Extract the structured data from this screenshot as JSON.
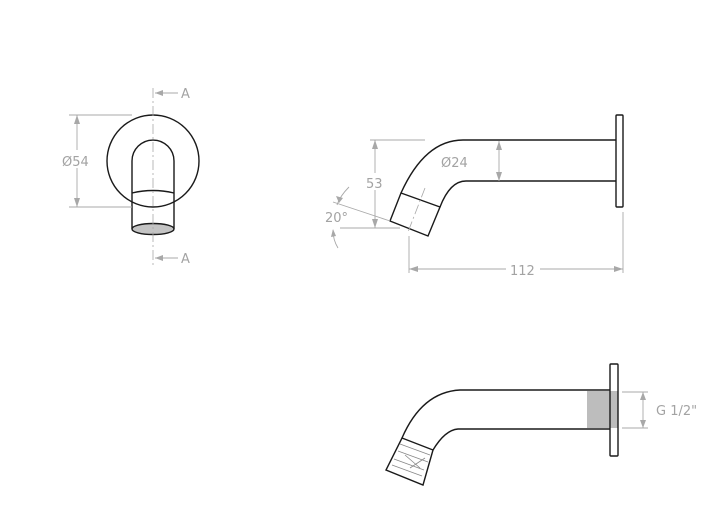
{
  "drawing": {
    "front_view": {
      "section_label_top": "A",
      "section_label_bottom": "A",
      "diameter_dim": "Ø54"
    },
    "side_view": {
      "height_dim": "53",
      "tube_diameter_dim": "Ø24",
      "angle_dim": "20°",
      "length_dim": "112"
    },
    "section_view": {
      "thread_dim": "G 1/2\""
    },
    "colors": {
      "outline": "#1a1a1a",
      "dimension": "#a8a8a8",
      "section_fill": "#bdbdbd"
    }
  }
}
